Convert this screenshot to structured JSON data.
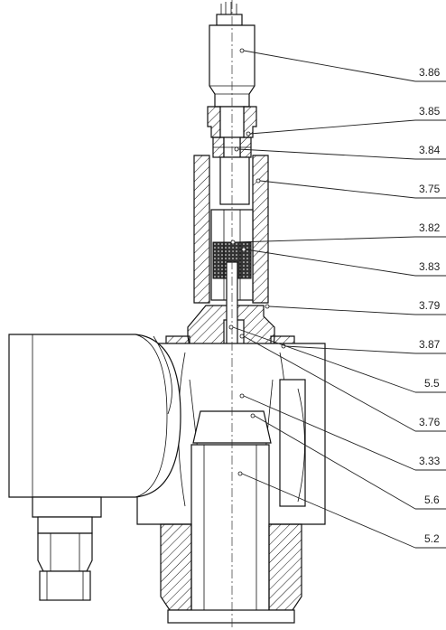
{
  "callouts": [
    {
      "id": "3.86",
      "label": "3.86"
    },
    {
      "id": "3.85",
      "label": "3.85"
    },
    {
      "id": "3.84",
      "label": "3.84"
    },
    {
      "id": "3.75",
      "label": "3.75"
    },
    {
      "id": "3.82",
      "label": "3.82"
    },
    {
      "id": "3.83",
      "label": "3.83"
    },
    {
      "id": "3.79",
      "label": "3.79"
    },
    {
      "id": "3.87",
      "label": "3.87"
    },
    {
      "id": "5.5",
      "label": "5.5"
    },
    {
      "id": "3.76",
      "label": "3.76"
    },
    {
      "id": "3.33",
      "label": "3.33"
    },
    {
      "id": "5.6",
      "label": "5.6"
    },
    {
      "id": "5.2",
      "label": "5.2"
    }
  ]
}
